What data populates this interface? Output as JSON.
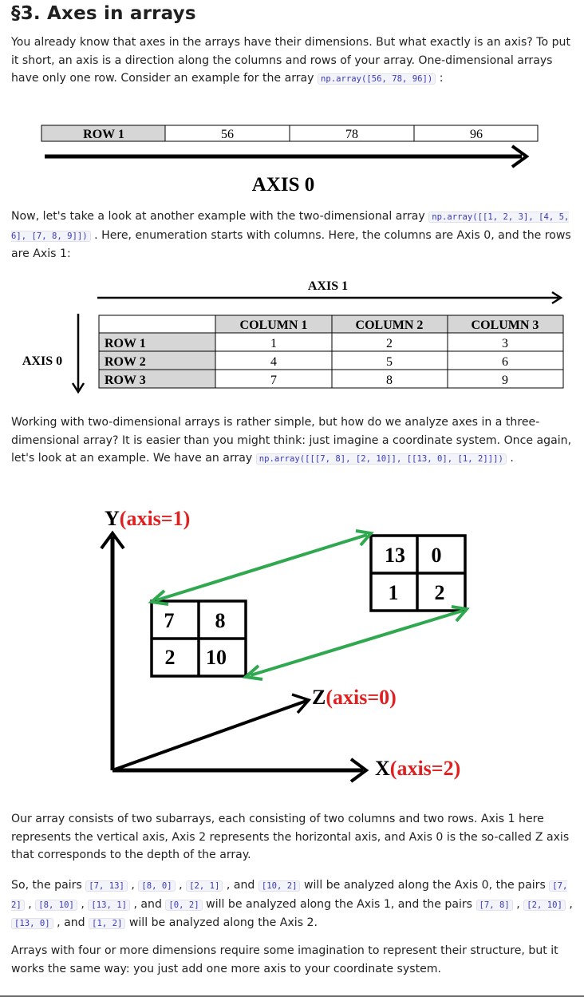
{
  "heading": "§3. Axes in arrays",
  "p1": {
    "t1": "You already know that axes in the arrays have their dimensions. But what exactly is an axis? To put it short, an axis is a direction along the columns and rows of your array. One-dimensional arrays have only one row. Consider an example for the array ",
    "code1": "np.array([56, 78, 96])",
    "t2": " :"
  },
  "fig1": {
    "row_label": "ROW 1",
    "cells": [
      "56",
      "78",
      "96"
    ],
    "axis_label": "AXIS 0"
  },
  "p2": {
    "t1": "Now, let's take a look at another example with the two-dimensional array ",
    "code1": "np.array([[1, 2, 3], [4, 5, 6], [7, 8, 9]])",
    "t2": " . Here, enumeration starts with columns. Here, the columns are Axis 0, and the rows are Axis 1:"
  },
  "fig2": {
    "axis1_label": "AXIS 1",
    "axis0_label": "AXIS 0",
    "columns": [
      "COLUMN 1",
      "COLUMN 2",
      "COLUMN 3"
    ],
    "rows": [
      {
        "label": "ROW 1",
        "values": [
          "1",
          "2",
          "3"
        ]
      },
      {
        "label": "ROW 2",
        "values": [
          "4",
          "5",
          "6"
        ]
      },
      {
        "label": "ROW 3",
        "values": [
          "7",
          "8",
          "9"
        ]
      }
    ]
  },
  "p3": {
    "t1": "Working with two-dimensional arrays is rather simple, but how do we analyze axes in a three-dimensional array? It is easier than you might think: just imagine a coordinate system. Once again, let's look at an example. We have an array ",
    "code1": "np.array([[[7, 8], [2, 10]], [[13, 0], [1, 2]]])",
    "t2": " ."
  },
  "fig3": {
    "y_letter": "Y",
    "y_axis": "(axis=1)",
    "z_letter": "Z",
    "z_axis": "(axis=0)",
    "x_letter": "X",
    "x_axis": "(axis=2)",
    "front": [
      "7",
      "8",
      "2",
      "10"
    ],
    "back": [
      "13",
      "0",
      "1",
      "2"
    ],
    "colors": {
      "label_red": "#e02020",
      "arrow_green": "#2fa84f",
      "black": "#000000"
    }
  },
  "p4": {
    "t1": "Our array consists of two subarrays, each consisting of two columns and two rows. Axis 1 here represents the vertical axis, Axis 2 represents the horizontal axis, and Axis 0 is the so-called Z axis that corresponds to the depth of the array."
  },
  "p5": {
    "t1": "So, the pairs ",
    "c1": "[7, 13]",
    "s1": " , ",
    "c2": "[8, 0]",
    "s2": " , ",
    "c3": "[2, 1]",
    "s3": " , and ",
    "c4": "[10, 2]",
    "t2": " will be analyzed along the Axis 0, the pairs ",
    "c5": "[7, 2]",
    "s5": " , ",
    "c6": "[8, 10]",
    "s6": " , ",
    "c7": "[13, 1]",
    "s7": " , and ",
    "c8": "[0, 2]",
    "t3": " will be analyzed along the Axis 1, and the pairs ",
    "c9": "[7, 8]",
    "s9": " , ",
    "c10": "[2, 10]",
    "s10": " , ",
    "c11": "[13, 0]",
    "s11": " , and ",
    "c12": "[1, 2]",
    "t4": " will be analyzed along the Axis 2."
  },
  "p6": {
    "t1": "Arrays with four or more dimensions require some imagination to represent their structure, but it works the same way: you just add one more axis to your coordinate system."
  }
}
